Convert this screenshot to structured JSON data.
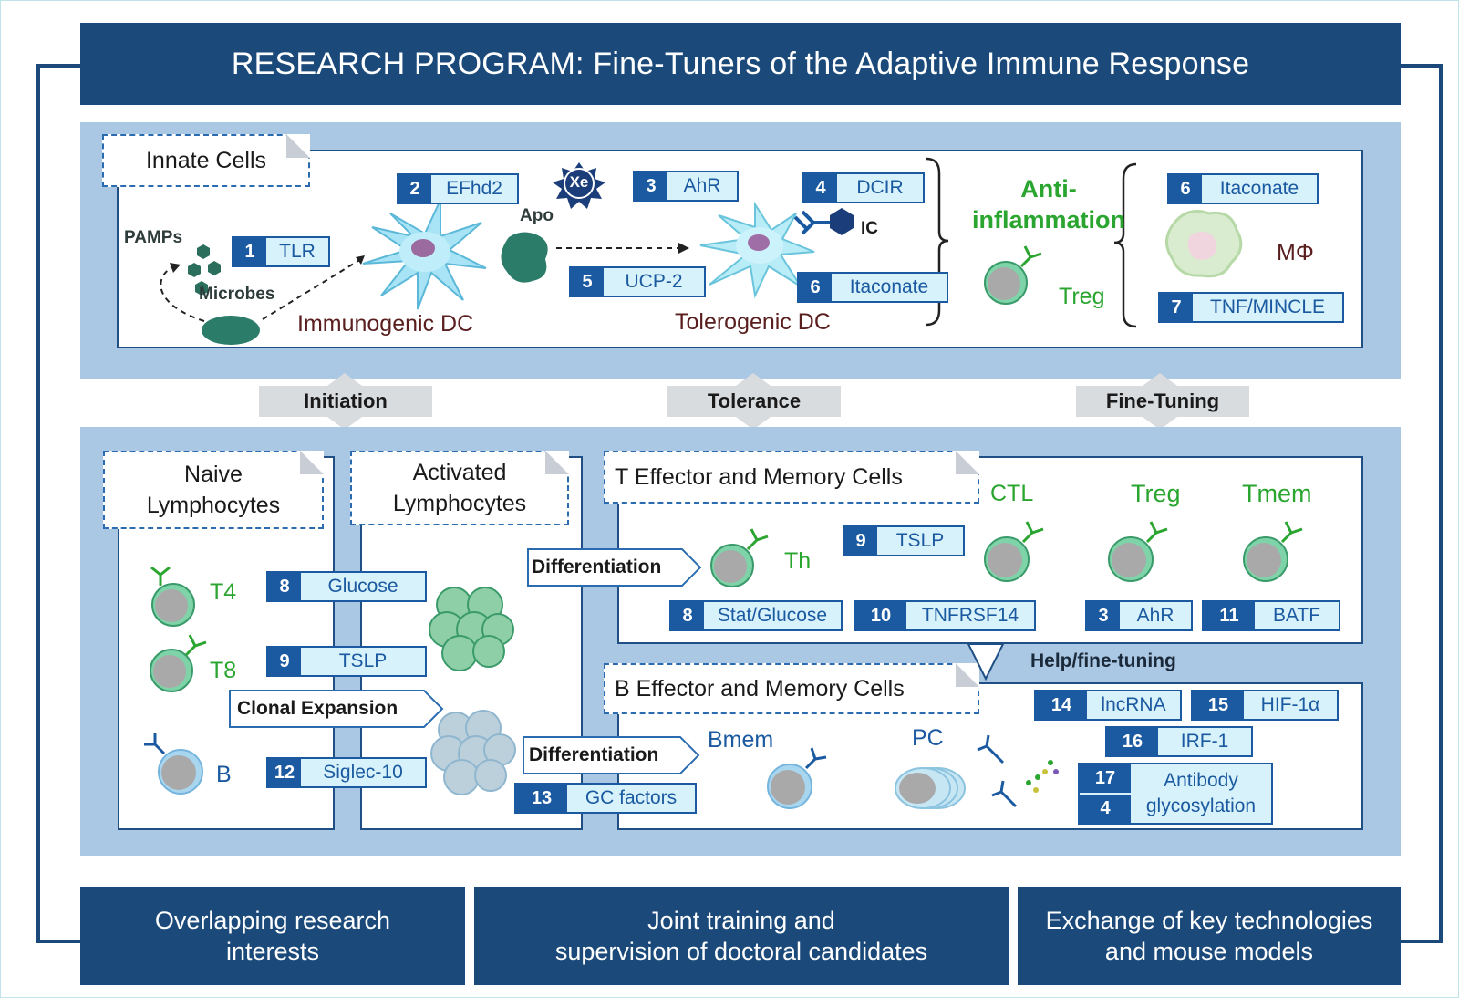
{
  "header": {
    "title": "RESEARCH PROGRAM: Fine-Tuners of the Adaptive Immune Response"
  },
  "innate": {
    "panel_label": "Innate Cells",
    "pamps": "PAMPs",
    "microbes": "Microbes",
    "apo": "Apo",
    "xe": "Xe",
    "ic": "IC",
    "immunogenic_dc": "Immunogenic DC",
    "tolerogenic_dc": "Tolerogenic DC",
    "anti_inflammation": [
      "Anti-",
      "inflammation"
    ],
    "treg": "Treg",
    "macrophage": "MΦ",
    "tags": [
      {
        "num": "1",
        "text": "TLR"
      },
      {
        "num": "2",
        "text": "EFhd2"
      },
      {
        "num": "3",
        "text": "AhR"
      },
      {
        "num": "4",
        "text": "DCIR"
      },
      {
        "num": "5",
        "text": "UCP-2"
      },
      {
        "num": "6",
        "text": "Itaconate"
      },
      {
        "num": "6",
        "text": "Itaconate"
      },
      {
        "num": "7",
        "text": "TNF/MINCLE"
      }
    ]
  },
  "connectors": [
    "Initiation",
    "Tolerance",
    "Fine-Tuning"
  ],
  "naive": {
    "panel_label": [
      "Naive",
      "Lymphocytes"
    ],
    "t4": "T4",
    "t8": "T8",
    "b": "B",
    "tags": [
      {
        "num": "8",
        "text": "Glucose"
      },
      {
        "num": "9",
        "text": "TSLP"
      },
      {
        "num": "12",
        "text": "Siglec-10"
      }
    ],
    "clonal": "Clonal Expansion"
  },
  "activated": {
    "panel_label": [
      "Activated",
      "Lymphocytes"
    ],
    "differentiation_1": "Differentiation",
    "differentiation_2": "Differentiation",
    "tag": {
      "num": "13",
      "text": "GC factors"
    }
  },
  "t_effector": {
    "panel_label": "T Effector and Memory Cells",
    "th": "Th",
    "ctl": "CTL",
    "treg": "Treg",
    "tmem": "Tmem",
    "tags": [
      {
        "num": "9",
        "text": "TSLP"
      },
      {
        "num": "8",
        "text": "Stat/Glucose"
      },
      {
        "num": "10",
        "text": "TNFRSF14"
      },
      {
        "num": "3",
        "text": "AhR"
      },
      {
        "num": "11",
        "text": "BATF"
      }
    ],
    "help": "Help/fine-tuning"
  },
  "b_effector": {
    "panel_label": "B Effector and Memory Cells",
    "bmem": "Bmem",
    "pc": "PC",
    "tags": [
      {
        "num": "14",
        "text": "lncRNA"
      },
      {
        "num": "15",
        "text": "HIF-1α"
      },
      {
        "num": "16",
        "text": "IRF-1"
      }
    ],
    "glyco": {
      "nums": [
        "17",
        "4"
      ],
      "text": [
        "Antibody",
        "glycosylation"
      ]
    }
  },
  "footer": [
    [
      "Overlapping research",
      "interests"
    ],
    [
      "Joint training and",
      "supervision of doctoral candidates"
    ],
    [
      "Exchange of key technologies",
      "and mouse models"
    ]
  ],
  "colors": {
    "navy": "#1b4a7a",
    "band": "#aac7e3",
    "tag_blue": "#1b5aa0",
    "tag_fill": "#d7f2fb",
    "green": "#2aa52f"
  }
}
